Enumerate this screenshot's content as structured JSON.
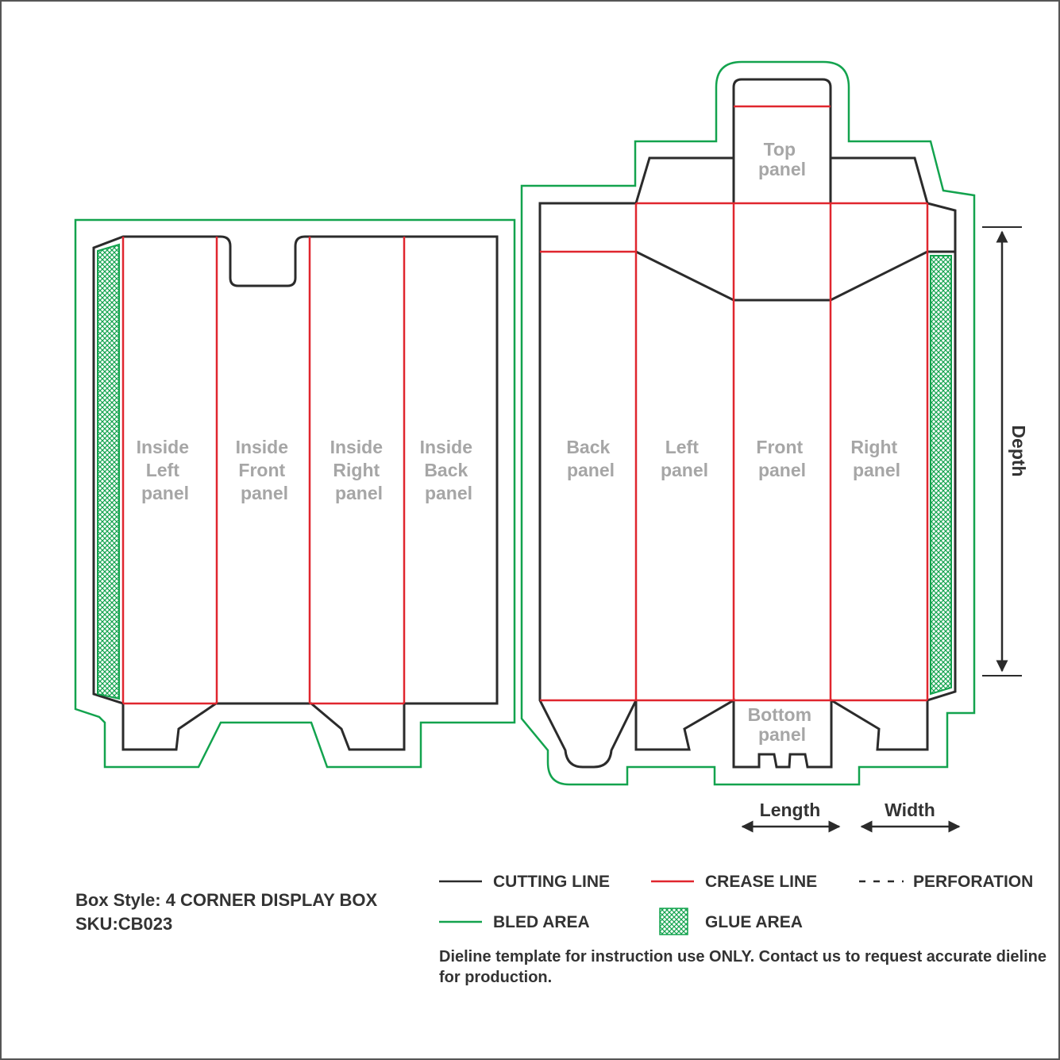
{
  "panels": {
    "inside_left": [
      "Inside",
      "Left",
      "panel"
    ],
    "inside_front": [
      "Inside",
      "Front",
      "panel"
    ],
    "inside_right": [
      "Inside",
      "Right",
      "panel"
    ],
    "inside_back": [
      "Inside",
      "Back",
      "panel"
    ],
    "back": [
      "Back",
      "panel"
    ],
    "left": [
      "Left",
      "panel"
    ],
    "front": [
      "Front",
      "panel"
    ],
    "right": [
      "Right",
      "panel"
    ],
    "top": [
      "Top",
      "panel"
    ],
    "bottom": [
      "Bottom",
      "panel"
    ]
  },
  "dimensions": {
    "depth": "Depth",
    "length": "Length",
    "width": "Width"
  },
  "legend": {
    "cutting_line": "CUTTING LINE",
    "crease_line": "CREASE LINE",
    "perforation": "PERFORATION",
    "bled_area": "BLED AREA",
    "glue_area": "GLUE AREA"
  },
  "info": {
    "box_style": "Box Style: 4 CORNER DISPLAY BOX",
    "sku": "SKU:CB023",
    "disclaimer_line1": "Dieline template for instruction use ONLY. Contact us to request accurate dieline",
    "disclaimer_line2": "for production."
  },
  "colors": {
    "cutting_line": "#2b2b2b",
    "crease_line": "#e0262e",
    "bled_area": "#13a34e",
    "glue_area": "#13a34e",
    "panel_label": "#a6a6a6",
    "border": "#555555"
  }
}
